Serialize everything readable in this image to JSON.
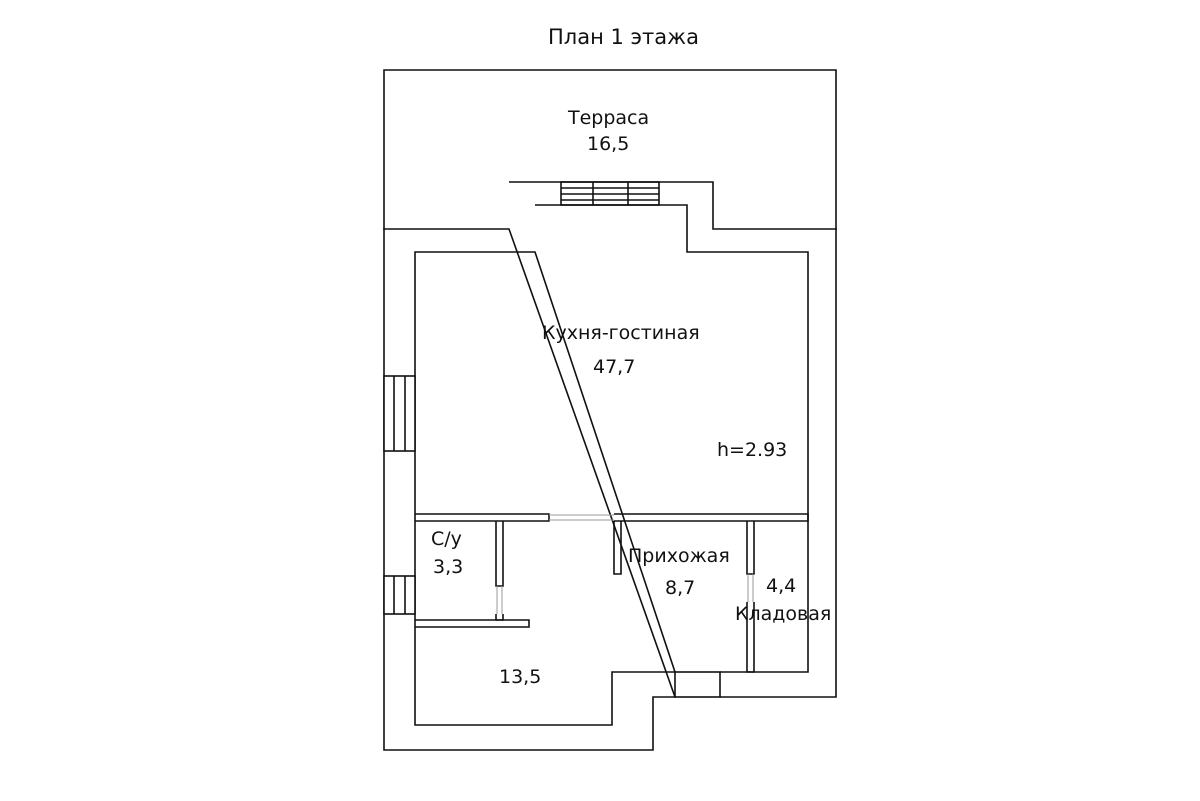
{
  "title": "План 1 этажа",
  "rooms": {
    "terrace": {
      "name": "Терраса",
      "area": "16,5"
    },
    "kitchen": {
      "name": "Кухня-гостиная",
      "area": "47,7",
      "height": "h=2.93"
    },
    "wc": {
      "name": "С/у",
      "area": "3,3"
    },
    "hall": {
      "name": "Прихожая",
      "area": "8,7"
    },
    "pantry": {
      "name": "Кладовая",
      "area": "4,4"
    },
    "bedroom": {
      "name": "",
      "area": "13,5"
    }
  },
  "colors": {
    "line": "#111111",
    "thin": "#9a9a9a",
    "background": "#ffffff"
  }
}
